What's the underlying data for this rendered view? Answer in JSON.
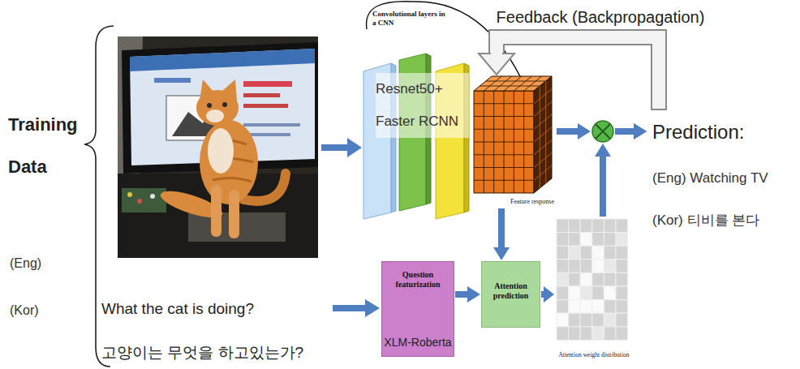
{
  "diagram": {
    "nodes": [
      {
        "text": [
          "Convolutional layers in a CNN",
          "Resnet50+ Faster RCNN"
        ]
      },
      {
        "text": [
          "Feature response"
        ]
      },
      {
        "text": [
          "Question featurization",
          "XLM-Roberta"
        ]
      },
      {
        "text": [
          "Attention prediction"
        ]
      },
      {
        "text": [
          "Attention weight distribution"
        ]
      },
      {
        "text": [
          "Prediction:",
          "(Eng) Watching TV",
          "(Kor) 티비를 본다"
        ]
      }
    ],
    "edges": [
      {
        "from": 1,
        "to": 3,
        "arrow": "to"
      },
      {
        "from": 2,
        "to": 3,
        "arrow": "to"
      },
      {
        "from": 3,
        "to": 4,
        "arrow": "to"
      },
      {
        "from": 1,
        "to": 5,
        "arrow": "to"
      },
      {
        "from": 4,
        "to": 5,
        "arrow": "to"
      },
      {
        "from": 5,
        "to": 1,
        "label": "Feedback (Backpropagation)",
        "arrow": "to"
      }
    ],
    "labels": [
      "Training Data",
      "(Eng)",
      "(Kor)",
      "What the cat is doing?",
      "고양이는 무엇을 하고있는가?"
    ]
  }
}
